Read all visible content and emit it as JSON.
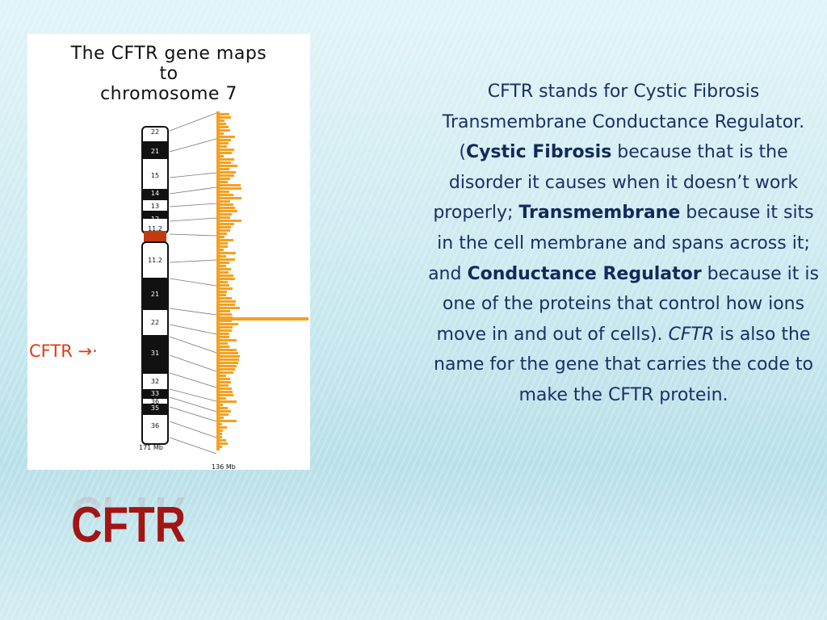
{
  "figure": {
    "caption_line1": "The CFTR gene maps",
    "caption_line2": "to",
    "caption_line3": "chromosome 7",
    "cftr_marker": "CFTR →·",
    "band_labels": [
      "22",
      "21",
      "15",
      "14",
      "13",
      "12",
      "11.2",
      "11.2",
      "21",
      "22",
      "31",
      "32",
      "33",
      "36",
      "35",
      "36"
    ],
    "scale_left": "171 Mb",
    "scale_right": "136 Mb",
    "colors": {
      "histogram": "#f7a01e",
      "marker": "#e03a12",
      "band_dark": "#111111"
    }
  },
  "description": {
    "p1": "CFTR stands for Cystic Fibrosis Transmembrane Conductance Regulator.  (",
    "b1": "Cystic Fibrosis",
    "p2": " because that is the disorder it causes when it doesn’t work properly; ",
    "b2": "Transmembrane",
    "p3": " because it sits in the cell membrane and spans across it; and ",
    "b3": "Conductance Regulator",
    "p4": " because it is one of the proteins that control how ions move in and out of cells).   ",
    "i1": "CFTR",
    "p5": " is also the name for the gene that carries the code to make the CFTR protein."
  },
  "title": "CFTR"
}
